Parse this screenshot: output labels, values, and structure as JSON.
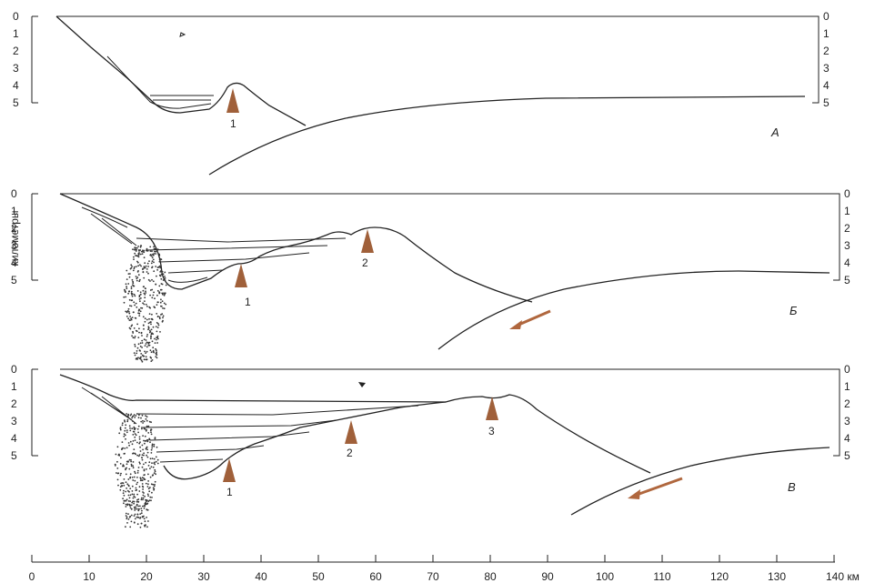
{
  "y_axis_label": "километры",
  "depth_ticks": [
    "0",
    "1",
    "2",
    "3",
    "4",
    "5"
  ],
  "distance_ticks": [
    "0",
    "10",
    "20",
    "30",
    "40",
    "50",
    "60",
    "70",
    "80",
    "90",
    "100",
    "110",
    "120",
    "130",
    "140 км"
  ],
  "panels": [
    {
      "label": "А",
      "volcanoes": [
        "1"
      ]
    },
    {
      "label": "Б",
      "volcanoes": [
        "1",
        "2"
      ]
    },
    {
      "label": "В",
      "volcanoes": [
        "1",
        "2",
        "3"
      ]
    }
  ],
  "colors": {
    "volcano": "#a0603a",
    "arrow": "#b0673e",
    "ink": "#222222"
  }
}
